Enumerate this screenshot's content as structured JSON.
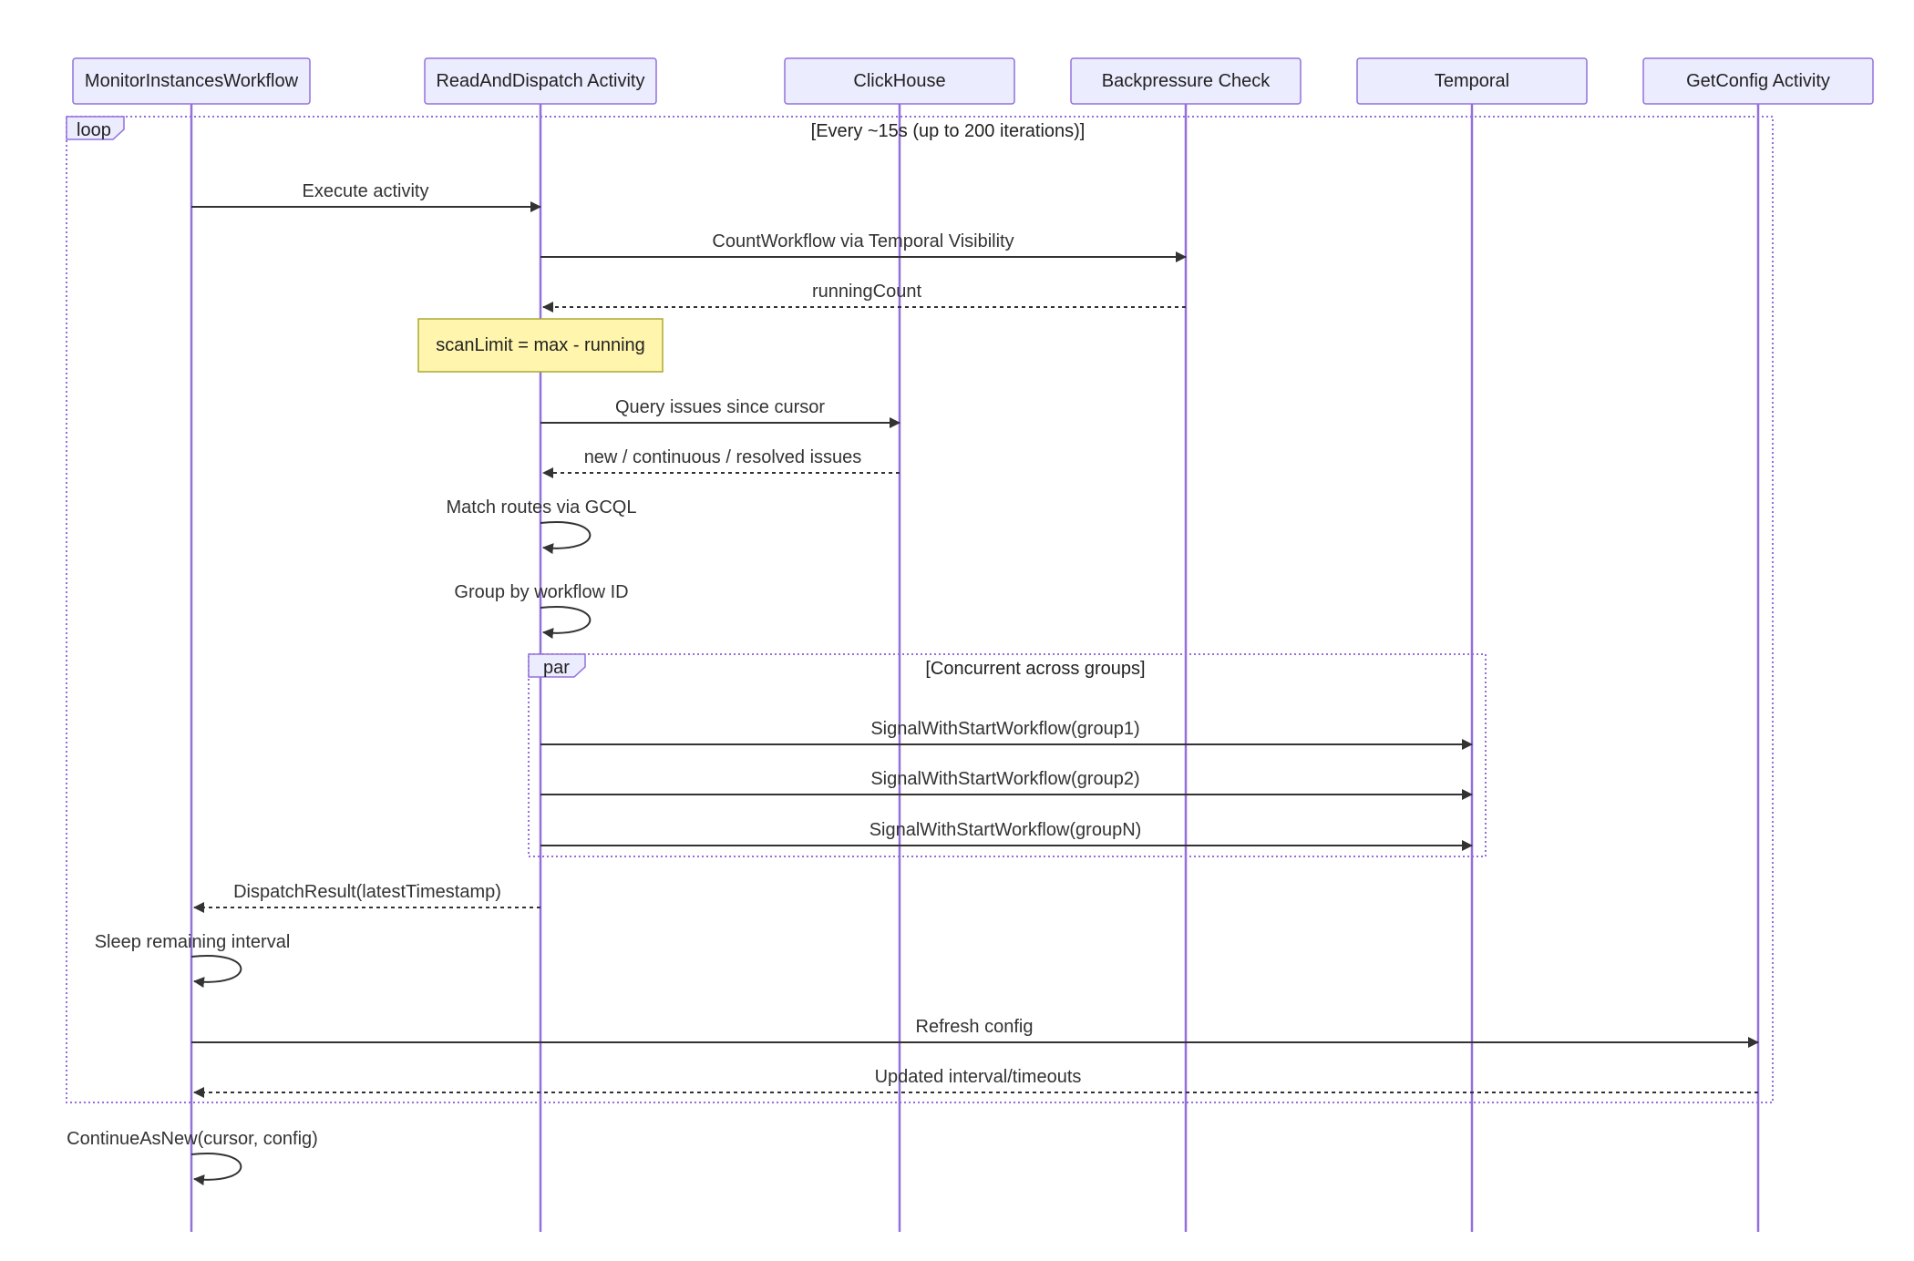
{
  "participants": [
    {
      "id": "monitor",
      "label": "MonitorInstancesWorkflow"
    },
    {
      "id": "read",
      "label": "ReadAndDispatch Activity"
    },
    {
      "id": "clickhouse",
      "label": "ClickHouse"
    },
    {
      "id": "backpressure",
      "label": "Backpressure Check"
    },
    {
      "id": "temporal",
      "label": "Temporal"
    },
    {
      "id": "getconfig",
      "label": "GetConfig Activity"
    }
  ],
  "loop": {
    "label": "loop",
    "condition": "[Every ~15s (up to 200 iterations)]"
  },
  "par": {
    "label": "par",
    "condition": "[Concurrent across groups]"
  },
  "note": {
    "text": "scanLimit = max - running"
  },
  "messages": [
    {
      "from": "monitor",
      "to": "read",
      "text": "Execute activity",
      "style": "solid"
    },
    {
      "from": "read",
      "to": "backpressure",
      "text": "CountWorkflow via Temporal Visibility",
      "style": "solid"
    },
    {
      "from": "backpressure",
      "to": "read",
      "text": "runningCount",
      "style": "dashed"
    },
    {
      "from": "read",
      "to": "clickhouse",
      "text": "Query issues since cursor",
      "style": "solid"
    },
    {
      "from": "clickhouse",
      "to": "read",
      "text": "new / continuous / resolved issues",
      "style": "dashed"
    },
    {
      "from": "read",
      "to": "read",
      "text": "Match routes via GCQL",
      "style": "self"
    },
    {
      "from": "read",
      "to": "read",
      "text": "Group by workflow ID",
      "style": "self"
    },
    {
      "from": "read",
      "to": "temporal",
      "text": "SignalWithStartWorkflow(group1)",
      "style": "solid"
    },
    {
      "from": "read",
      "to": "temporal",
      "text": "SignalWithStartWorkflow(group2)",
      "style": "solid"
    },
    {
      "from": "read",
      "to": "temporal",
      "text": "SignalWithStartWorkflow(groupN)",
      "style": "solid"
    },
    {
      "from": "read",
      "to": "monitor",
      "text": "DispatchResult(latestTimestamp)",
      "style": "dashed"
    },
    {
      "from": "monitor",
      "to": "monitor",
      "text": "Sleep remaining interval",
      "style": "self"
    },
    {
      "from": "monitor",
      "to": "getconfig",
      "text": "Refresh config",
      "style": "solid"
    },
    {
      "from": "getconfig",
      "to": "monitor",
      "text": "Updated interval/timeouts",
      "style": "dashed"
    },
    {
      "from": "monitor",
      "to": "monitor",
      "text": "ContinueAsNew(cursor, config)",
      "style": "self"
    }
  ]
}
